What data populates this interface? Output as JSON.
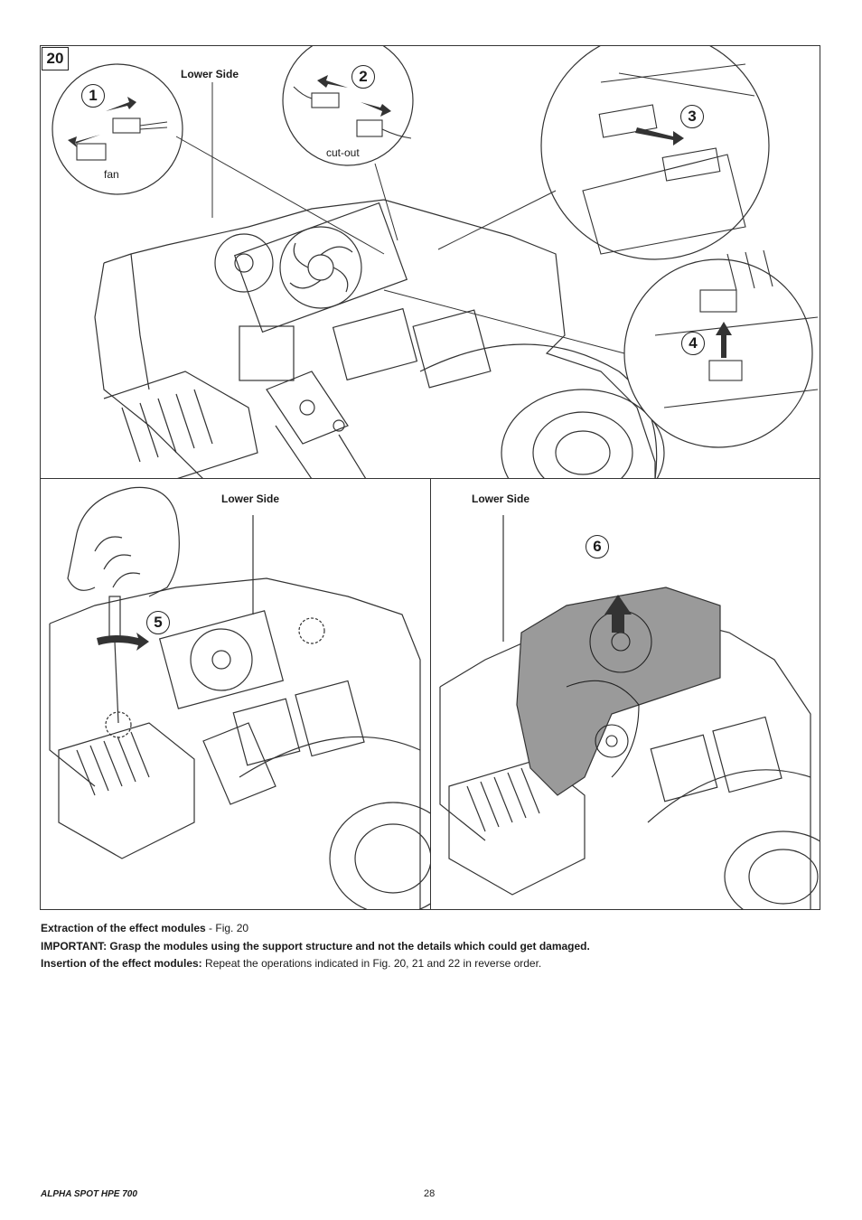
{
  "figure": {
    "number": "20",
    "top_panel": {
      "label_lower_side": "Lower Side",
      "label_fan": "fan",
      "label_cutout": "cut-out",
      "steps": [
        "1",
        "2",
        "3",
        "4"
      ]
    },
    "bottom_left_panel": {
      "label_lower_side": "Lower Side",
      "steps": [
        "5"
      ]
    },
    "bottom_right_panel": {
      "label_lower_side": "Lower Side",
      "steps": [
        "6"
      ]
    }
  },
  "captions": {
    "line1_bold": "Extraction of the effect modules",
    "line1_rest": " - Fig. 20",
    "line2_bold": "IMPORTANT: Grasp the modules using the support structure and not the details which could get damaged.",
    "line3_bold": "Insertion of the effect modules:",
    "line3_rest": " Repeat the operations indicated in Fig. 20, 21 and 22 in reverse order."
  },
  "footer": {
    "product": "ALPHA SPOT HPE 700",
    "page": "28"
  }
}
